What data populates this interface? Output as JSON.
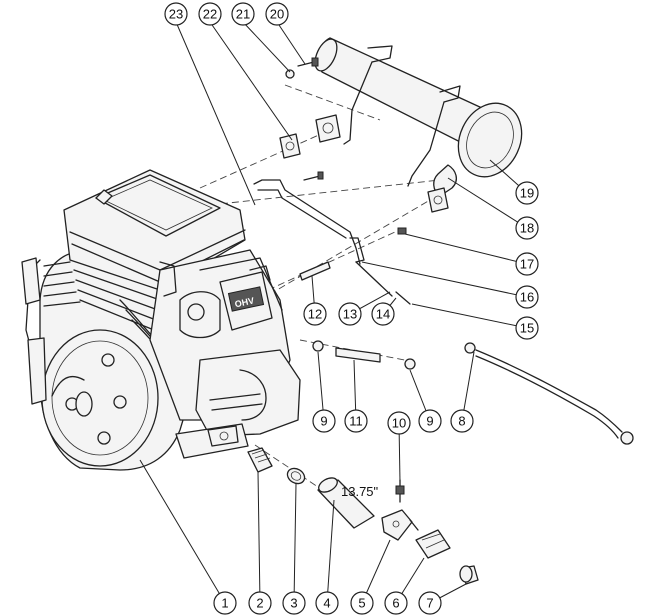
{
  "balloons": [
    {
      "id": "23",
      "label": "23"
    },
    {
      "id": "22",
      "label": "22"
    },
    {
      "id": "21",
      "label": "21"
    },
    {
      "id": "20",
      "label": "20"
    },
    {
      "id": "19",
      "label": "19"
    },
    {
      "id": "18",
      "label": "18"
    },
    {
      "id": "17",
      "label": "17"
    },
    {
      "id": "16",
      "label": "16"
    },
    {
      "id": "15",
      "label": "15"
    },
    {
      "id": "14",
      "label": "14"
    },
    {
      "id": "13",
      "label": "13"
    },
    {
      "id": "12",
      "label": "12"
    },
    {
      "id": "11",
      "label": "11"
    },
    {
      "id": "10",
      "label": "10"
    },
    {
      "id": "9a",
      "label": "9"
    },
    {
      "id": "9b",
      "label": "9"
    },
    {
      "id": "8",
      "label": "8"
    },
    {
      "id": "7",
      "label": "7"
    },
    {
      "id": "6",
      "label": "6"
    },
    {
      "id": "5",
      "label": "5"
    },
    {
      "id": "4",
      "label": "4"
    },
    {
      "id": "3",
      "label": "3"
    },
    {
      "id": "2",
      "label": "2"
    },
    {
      "id": "1",
      "label": "1"
    }
  ],
  "dimension_label": "13.75\"",
  "engine_badge": "OHV"
}
